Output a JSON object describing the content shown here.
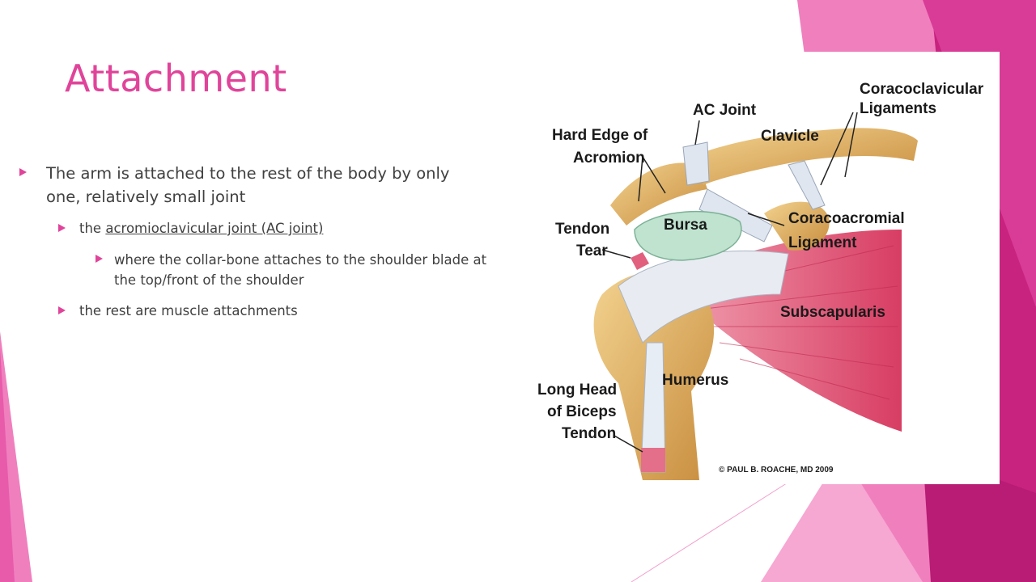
{
  "slide": {
    "title": "Attachment",
    "bullets": {
      "level1": "The arm is attached to the rest of the body by only one, relatively small joint",
      "level2_prefix": "the",
      "level2_link": "acromioclavicular joint (AC joint)",
      "level3": "where the collar-bone attaches to the shoulder blade at the top/front of the shoulder",
      "level2_second": "the rest are muscle attachments"
    }
  },
  "figure": {
    "labels": {
      "coracoclavicular_line1": "Coracoclavicular",
      "coracoclavicular_line2": "Ligaments",
      "ac_joint": "AC Joint",
      "clavicle": "Clavicle",
      "hard_edge_line1": "Hard Edge of",
      "hard_edge_line2": "Acromion",
      "bursa": "Bursa",
      "coracoacromial_line1": "Coracoacromial",
      "coracoacromial_line2": "Ligament",
      "tendon_tear_line1": "Tendon",
      "tendon_tear_line2": "Tear",
      "subscapularis": "Subscapularis",
      "humerus": "Humerus",
      "biceps_line1": "Long Head",
      "biceps_line2": "of Biceps",
      "biceps_line3": "Tendon",
      "copyright": "© PAUL B. ROACHE, MD 2009"
    }
  },
  "colors": {
    "accent": "#e0449a",
    "text": "#404040",
    "pink_light": "#f49ac9",
    "magenta": "#c7237f"
  }
}
